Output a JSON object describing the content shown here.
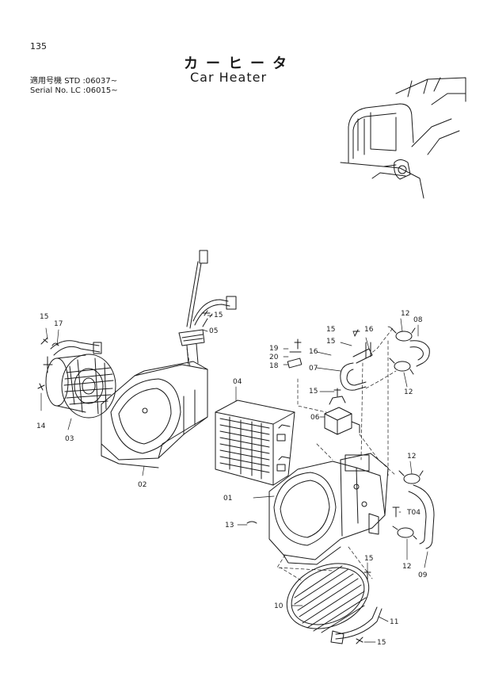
{
  "page_number": "135",
  "title_jp": "カーヒータ",
  "title_en": "Car Heater",
  "serial": {
    "jp_label": "適用号機",
    "std_label": "STD",
    "std_value": ":06037~",
    "en_label": "Serial No.",
    "lc_label": "LC",
    "lc_value": ":06015~"
  },
  "callouts": [
    "15",
    "17",
    "14",
    "03",
    "02",
    "15",
    "05",
    "04",
    "01",
    "13",
    "19",
    "20",
    "18",
    "15",
    "16",
    "15",
    "16",
    "07",
    "15",
    "06",
    "12",
    "08",
    "12",
    "12",
    "T04",
    "12",
    "09",
    "15",
    "10",
    "11",
    "15"
  ]
}
